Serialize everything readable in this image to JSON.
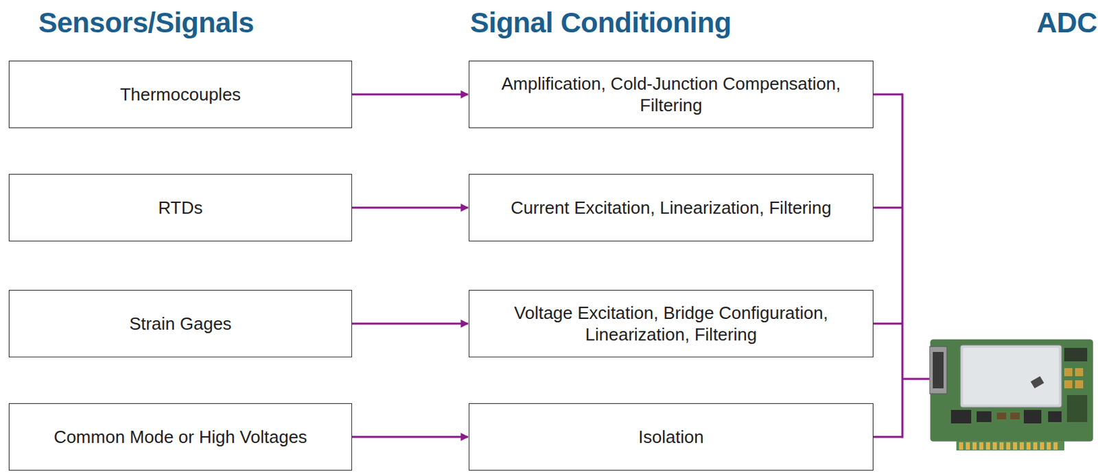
{
  "diagram": {
    "nodes": [
      {
        "text": [
          "Thermocouples"
        ]
      },
      {
        "text": [
          "Amplification, Cold-Junction Compensation, Filtering"
        ]
      },
      {
        "text": [
          "RTDs"
        ]
      },
      {
        "text": [
          "Current Excitation, Linearization, Filtering"
        ]
      },
      {
        "text": [
          "Strain Gages"
        ]
      },
      {
        "text": [
          "Voltage Excitation, Bridge Configuration, Linearization, Filtering"
        ]
      },
      {
        "text": [
          "Common Mode or High Voltages"
        ]
      },
      {
        "text": [
          "Isolation"
        ]
      }
    ],
    "edges": [
      {
        "from": 0,
        "to": 1,
        "arrow": "to"
      },
      {
        "from": 2,
        "to": 3,
        "arrow": "to"
      },
      {
        "from": 4,
        "to": 5,
        "arrow": "to"
      },
      {
        "from": 6,
        "to": 7,
        "arrow": "to"
      }
    ],
    "labels": [
      "Sensors/Signals",
      "Signal Conditioning",
      "ADC"
    ]
  }
}
